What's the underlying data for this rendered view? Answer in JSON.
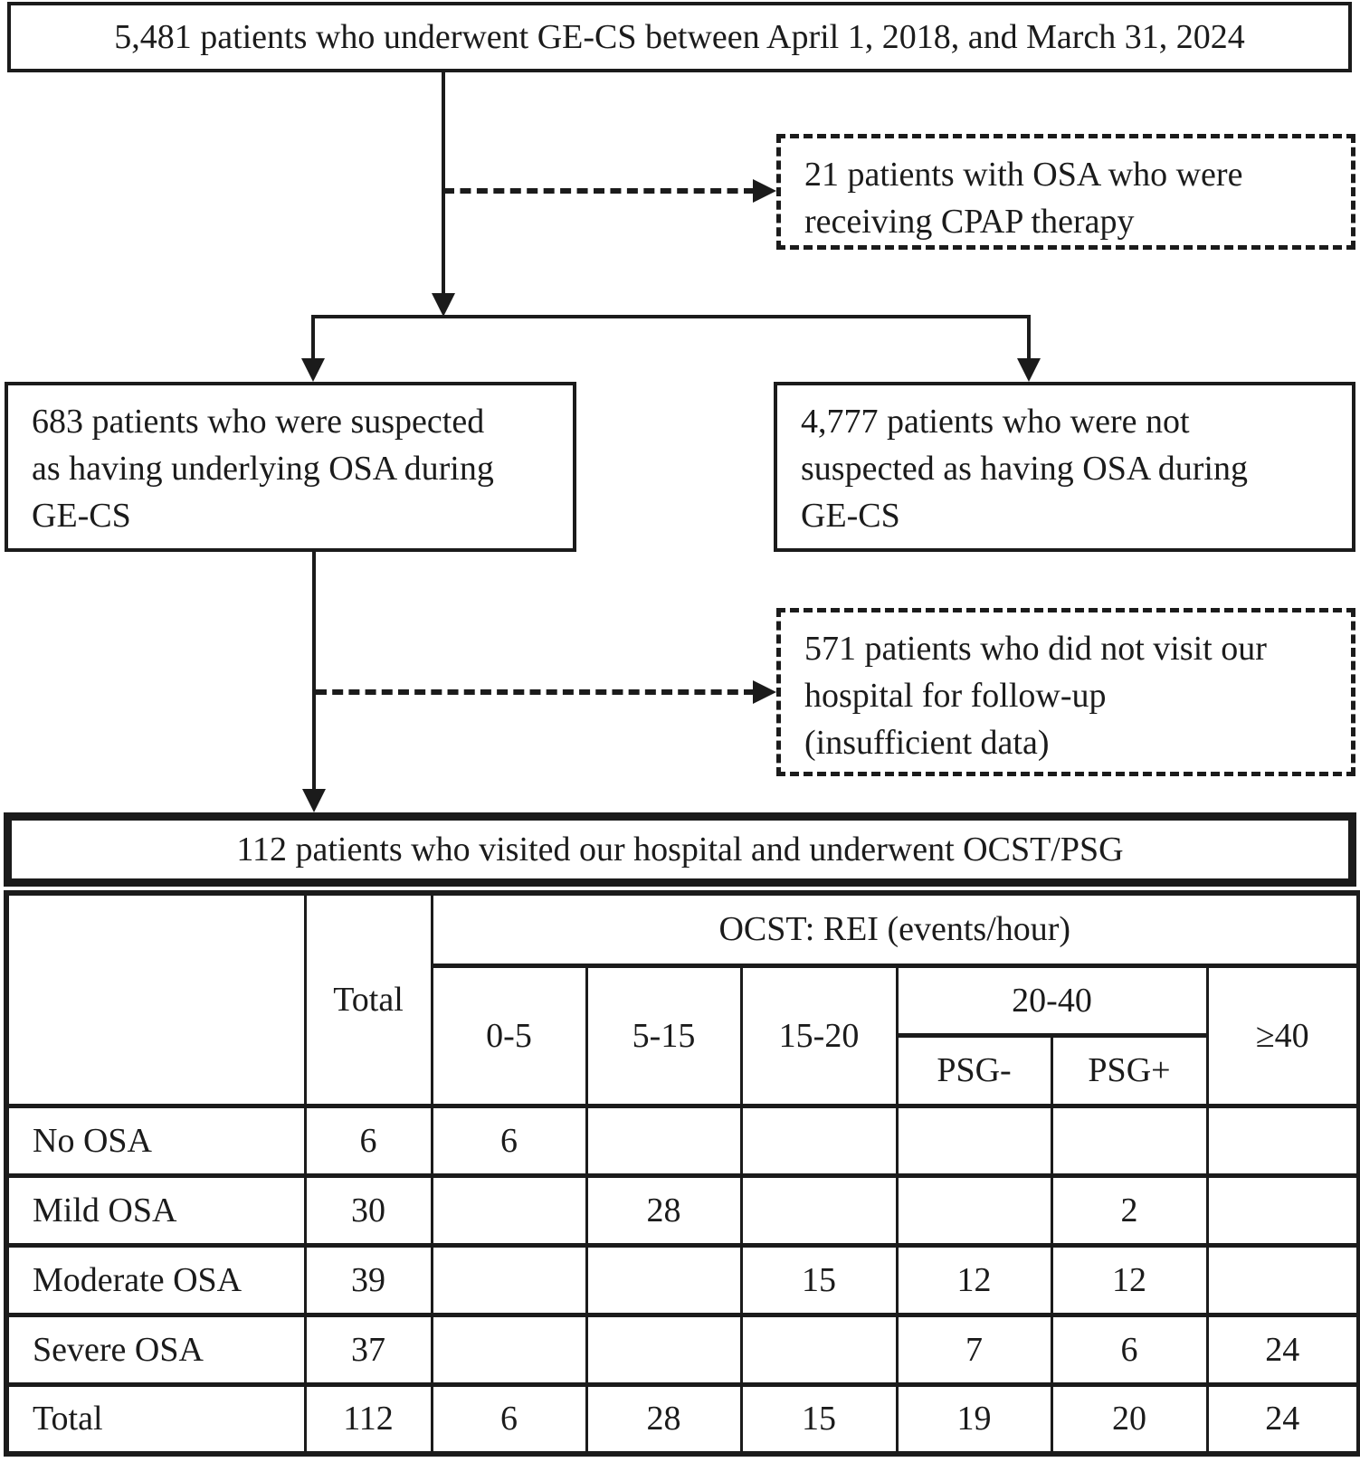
{
  "flowchart": {
    "top_box": "5,481 patients who underwent GE-CS between April 1, 2018, and March 31, 2024",
    "cpap_box": {
      "line1": "21 patients with OSA who were",
      "line2": "receiving CPAP therapy"
    },
    "suspected_box": {
      "line1": "683 patients who were suspected",
      "line2": "as having underlying OSA during",
      "line3": "GE-CS"
    },
    "not_suspected_box": {
      "line1": "4,777 patients who were not",
      "line2": "suspected as having OSA during",
      "line3": "GE-CS"
    },
    "no_followup_box": {
      "line1": "571 patients who did not visit our",
      "line2": "hospital for follow-up",
      "line3": "(insufficient data)"
    },
    "final_box": "112 patients who visited our hospital and underwent OCST/PSG"
  },
  "table": {
    "group_header": "OCST: REI (events/hour)",
    "columns": {
      "total": "Total",
      "c0_5": "0-5",
      "c5_15": "5-15",
      "c15_20": "15-20",
      "c20_40": "20-40",
      "psg_minus": "PSG-",
      "psg_plus": "PSG+",
      "ge40": "≥40"
    },
    "rows": [
      {
        "label": "No OSA",
        "total": "6",
        "c0_5": "6",
        "c5_15": "",
        "c15_20": "",
        "psg_minus": "",
        "psg_plus": "",
        "ge40": ""
      },
      {
        "label": "Mild OSA",
        "total": "30",
        "c0_5": "",
        "c5_15": "28",
        "c15_20": "",
        "psg_minus": "",
        "psg_plus": "2",
        "ge40": ""
      },
      {
        "label": "Moderate OSA",
        "total": "39",
        "c0_5": "",
        "c5_15": "",
        "c15_20": "15",
        "psg_minus": "12",
        "psg_plus": "12",
        "ge40": ""
      },
      {
        "label": "Severe OSA",
        "total": "37",
        "c0_5": "",
        "c5_15": "",
        "c15_20": "",
        "psg_minus": "7",
        "psg_plus": "6",
        "ge40": "24"
      },
      {
        "label": "Total",
        "total": "112",
        "c0_5": "6",
        "c5_15": "28",
        "c15_20": "15",
        "psg_minus": "19",
        "psg_plus": "20",
        "ge40": "24"
      }
    ]
  },
  "colors": {
    "ink": "#1b1b1b",
    "background": "#ffffff"
  }
}
